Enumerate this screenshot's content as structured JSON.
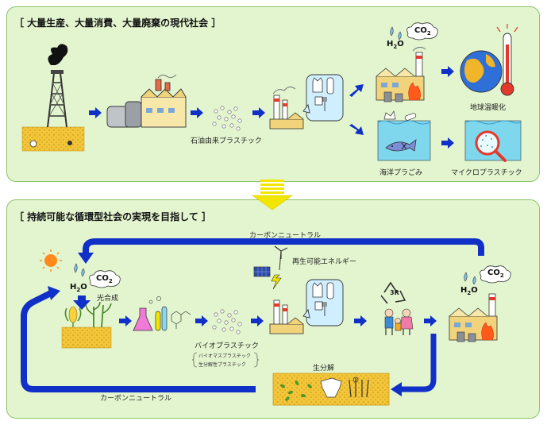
{
  "top": {
    "title": "［ 大量生産、大量消費、大量廃棄の現代社会 ］",
    "labels": {
      "petroleum_plastic": "石油由来プラスチック",
      "global_warming": "地球温暖化",
      "ocean_waste": "海洋プラごみ",
      "microplastic": "マイクロプラスチック"
    },
    "chem": {
      "h2o_main": "H",
      "h2o_sub": "2",
      "h2o_end": "O",
      "co2_main": "CO",
      "co2_sub": "2"
    }
  },
  "bottom": {
    "title": "［ 持続可能な循環型社会の実現を目指して ］",
    "labels": {
      "carbon_neutral_top": "カーボンニュートラル",
      "photosynthesis": "光合成",
      "renewable_energy": "再生可能エネルギー",
      "bioplastic": "バイオプラスチック",
      "biomass_plastic": "バイオマスプラスチック",
      "biodegradable_plastic": "生分解性プラスチック",
      "biodegradation": "生分解",
      "carbon_neutral_bottom": "カーボンニュートラル",
      "three_r": "3R"
    },
    "chem": {
      "h2o_main": "H",
      "h2o_sub": "2",
      "h2o_end": "O",
      "co2_main": "CO",
      "co2_sub": "2"
    }
  },
  "colors": {
    "panel_bg": "#e3f5cf",
    "panel_border": "#8cc46a",
    "arrow_blue": "#1030c8",
    "transition_arrow": "#f2e600",
    "soil": "#f3c63a",
    "water": "#7fd7ee",
    "fire": "#ff5a1a"
  }
}
